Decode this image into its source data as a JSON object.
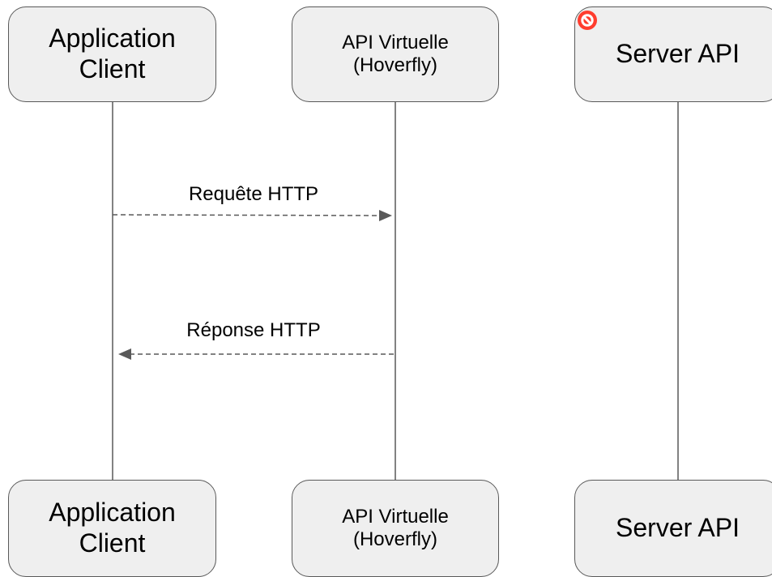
{
  "participants": [
    {
      "id": "client",
      "lines": [
        "Application",
        "Client"
      ],
      "size": "big"
    },
    {
      "id": "virtual",
      "lines": [
        "API Virtuelle",
        "(Hoverfly)"
      ],
      "size": "small"
    },
    {
      "id": "server",
      "lines": [
        "Server API"
      ],
      "size": "big",
      "status_icon": "blocked-icon",
      "status_color": "#ff3d2e"
    }
  ],
  "messages": [
    {
      "from": "client",
      "to": "virtual",
      "label": "Requête HTTP",
      "style": "dashed"
    },
    {
      "from": "virtual",
      "to": "client",
      "label": "Réponse HTTP",
      "style": "dashed"
    }
  ],
  "colors": {
    "box_fill": "#efefef",
    "box_stroke": "#595959",
    "arrow": "#595959",
    "blocked": "#ff3d2e"
  }
}
